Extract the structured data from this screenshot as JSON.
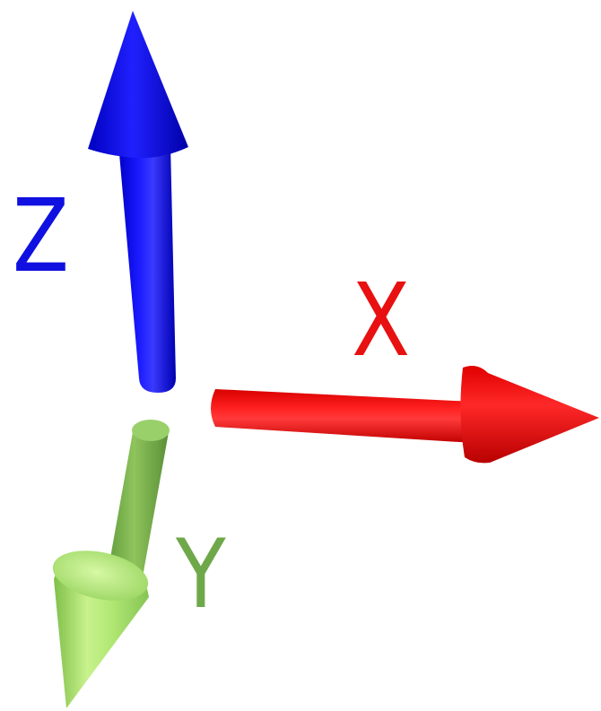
{
  "axes": {
    "z": {
      "label": "Z",
      "color": "#1010e0",
      "shaft_color": "#0a0ae8",
      "highlight": "#5a5aff"
    },
    "x": {
      "label": "X",
      "color": "#e81010",
      "shaft_color": "#f01414",
      "highlight": "#ff6a6a"
    },
    "y": {
      "label": "Y",
      "color": "#6fa84a",
      "shaft_color": "#86bb55",
      "highlight": "#c9f08a",
      "cone_color": "#a9e36a"
    }
  }
}
